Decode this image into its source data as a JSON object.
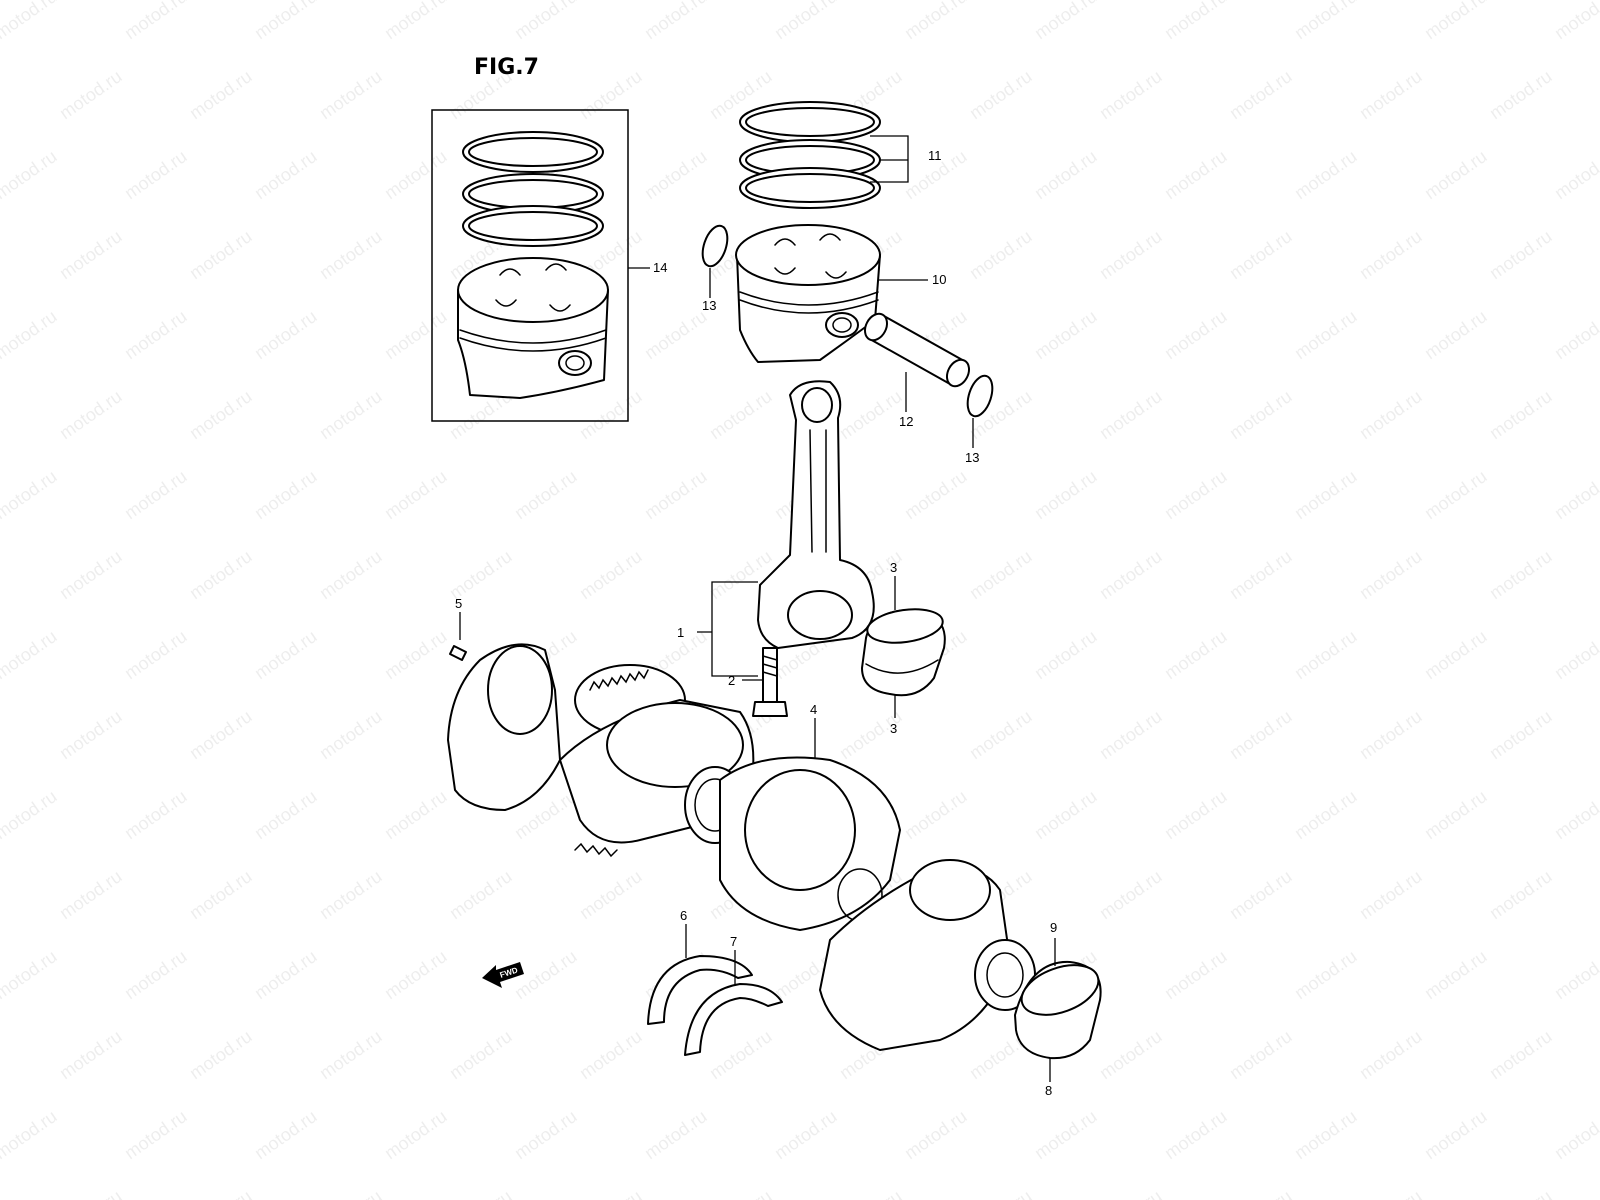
{
  "figure_title": "FIG.7",
  "watermark_text": "motod.ru",
  "fwd_label": "FWD",
  "callouts": {
    "c1": "1",
    "c2": "2",
    "c3a": "3",
    "c3b": "3",
    "c4": "4",
    "c5": "5",
    "c6": "6",
    "c7": "7",
    "c8": "8",
    "c9": "9",
    "c10": "10",
    "c11": "11",
    "c12": "12",
    "c13a": "13",
    "c13b": "13",
    "c14": "14"
  },
  "colors": {
    "line": "#000000",
    "background": "#ffffff"
  }
}
